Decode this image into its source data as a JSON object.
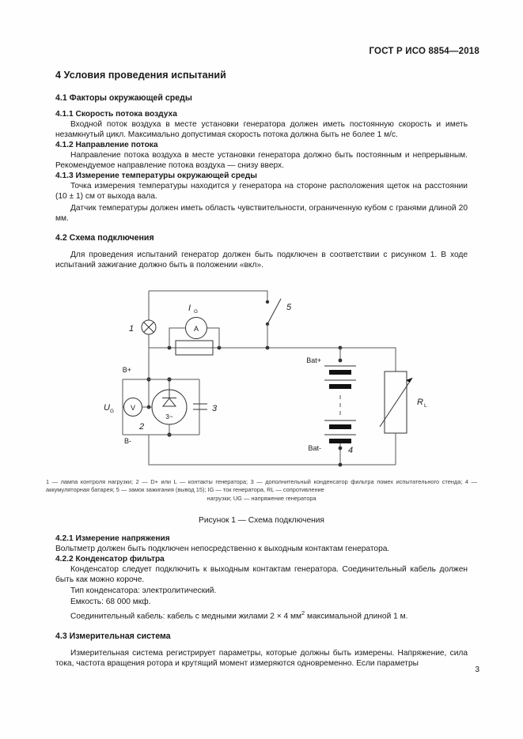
{
  "header": {
    "standard_ref": "ГОСТ Р ИСО 8854—2018"
  },
  "folio": {
    "page_number": "3"
  },
  "sections": {
    "s4_title": "4  Условия проведения испытаний",
    "s41_title": "4.1  Факторы окружающей среды",
    "s411_title": "4.1.1  Скорость потока воздуха",
    "s411_body": "Входной поток воздуха в месте установки генератора должен иметь постоянную скорость и иметь незамкнутый цикл. Максимально допустимая скорость потока должна быть не более 1 м/с.",
    "s412_title": "4.1.2  Направление потока",
    "s412_body": "Направление потока воздуха в месте установки генератора должно быть постоянным и непрерывным. Рекомендуемое направление потока воздуха — снизу вверх.",
    "s413_title": "4.1.3  Измерение температуры окружающей среды",
    "s413_body1": "Точка измерения температуры находится у генератора на стороне расположения щеток на расстоянии (10 ± 1) см от выхода вала.",
    "s413_body2": "Датчик температуры должен иметь область чувствительности, ограниченную кубом с гранями длиной 20 мм.",
    "s42_title": "4.2  Схема подключения",
    "s42_body": "Для проведения испытаний генератор должен быть подключен в соответствии с рисунком 1. В ходе испытаний зажигание должно быть в положении «вкл».",
    "s421_title": "4.2.1  Измерение напряжения",
    "s421_body": "Вольтметр должен быть подключен непосредственно к выходным контактам генератора.",
    "s422_title": "4.2.2  Конденсатор фильтра",
    "s422_body1": "Конденсатор следует подключить к выходным контактам генератора. Соединительный кабель должен быть как можно короче.",
    "s422_body2": "Тип конденсатора: электролитический.",
    "s422_body3": "Емкость: 68 000 мкф.",
    "s422_body4_pre": "Соединительный кабель: кабель с медными жилами 2 × 4 мм",
    "s422_body4_sup": "2",
    "s422_body4_post": " максимальной длиной 1 м.",
    "s43_title": "4.3  Измерительная система",
    "s43_body": "Измерительная система регистрирует параметры, которые должны быть измерены. Напряжение, сила тока, частота вращения ротора и крутящий момент измеряются одновременно. Если параметры"
  },
  "figure": {
    "caption": "Рисунок 1 — Схема подключения",
    "legend_main": "1 — лампа контроля нагрузки; 2 — D+ или L — контакты генератора; 3 — дополнительный конденсатор фильтра помех испытательного стенда; 4 — аккумуляторная батарея; 5 — замок зажигания (вывод 15); IG — ток генератора, RL — сопротивление",
    "legend_lastline": "нагрузки; UG — напряжение генератора",
    "labels": {
      "item1": "1",
      "item2": "2",
      "item3": "3",
      "item4": "4",
      "item5": "5",
      "ammeter": "A",
      "voltmeter": "V",
      "current_symbol": "I",
      "current_sub": "G",
      "voltage_symbol": "U",
      "voltage_sub": "G",
      "load_symbol": "R",
      "load_sub": "L",
      "terminal_bplus": "B+",
      "terminal_bminus": "B-",
      "battery_plus": "Bat+",
      "battery_minus": "Bat-",
      "generator_phases": "3~"
    }
  }
}
